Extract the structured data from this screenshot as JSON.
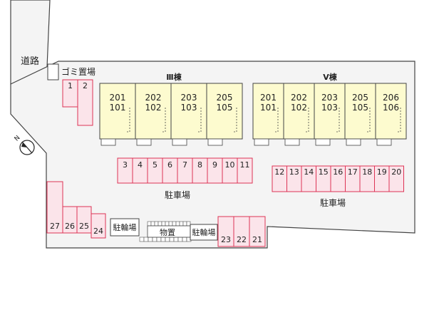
{
  "road_label": "道路",
  "trash_label": "ゴミ置場",
  "building_iii": {
    "name": "Ⅲ棟",
    "units": [
      {
        "upper": "201",
        "lower": "101"
      },
      {
        "upper": "202",
        "lower": "102"
      },
      {
        "upper": "203",
        "lower": "103"
      },
      {
        "upper": "205",
        "lower": "105"
      }
    ]
  },
  "building_v": {
    "name": "Ⅴ棟",
    "units": [
      {
        "upper": "201",
        "lower": "101"
      },
      {
        "upper": "202",
        "lower": "102"
      },
      {
        "upper": "203",
        "lower": "103"
      },
      {
        "upper": "205",
        "lower": "105"
      },
      {
        "upper": "206",
        "lower": "106"
      }
    ]
  },
  "parking_label_left": "駐車場",
  "parking_label_right": "駐車場",
  "bike_label_left": "駐輪場",
  "bike_label_right": "駐輪場",
  "storage_label": "物置",
  "compass_label": "N",
  "spots": {
    "a": [
      "1",
      "2"
    ],
    "b": [
      "3",
      "4",
      "5",
      "6",
      "7",
      "8",
      "9",
      "10",
      "11"
    ],
    "c": [
      "12",
      "13",
      "14",
      "15",
      "16",
      "17",
      "18",
      "19",
      "20"
    ],
    "d": [
      "27",
      "26",
      "25",
      "24"
    ],
    "e": [
      "23",
      "22",
      "21"
    ]
  },
  "colors": {
    "lot_fill": "#f4f4f4",
    "building_fill": "#fdfbcf",
    "parking_fill": "#fbe4ea",
    "parking_stroke": "#dd3355"
  }
}
